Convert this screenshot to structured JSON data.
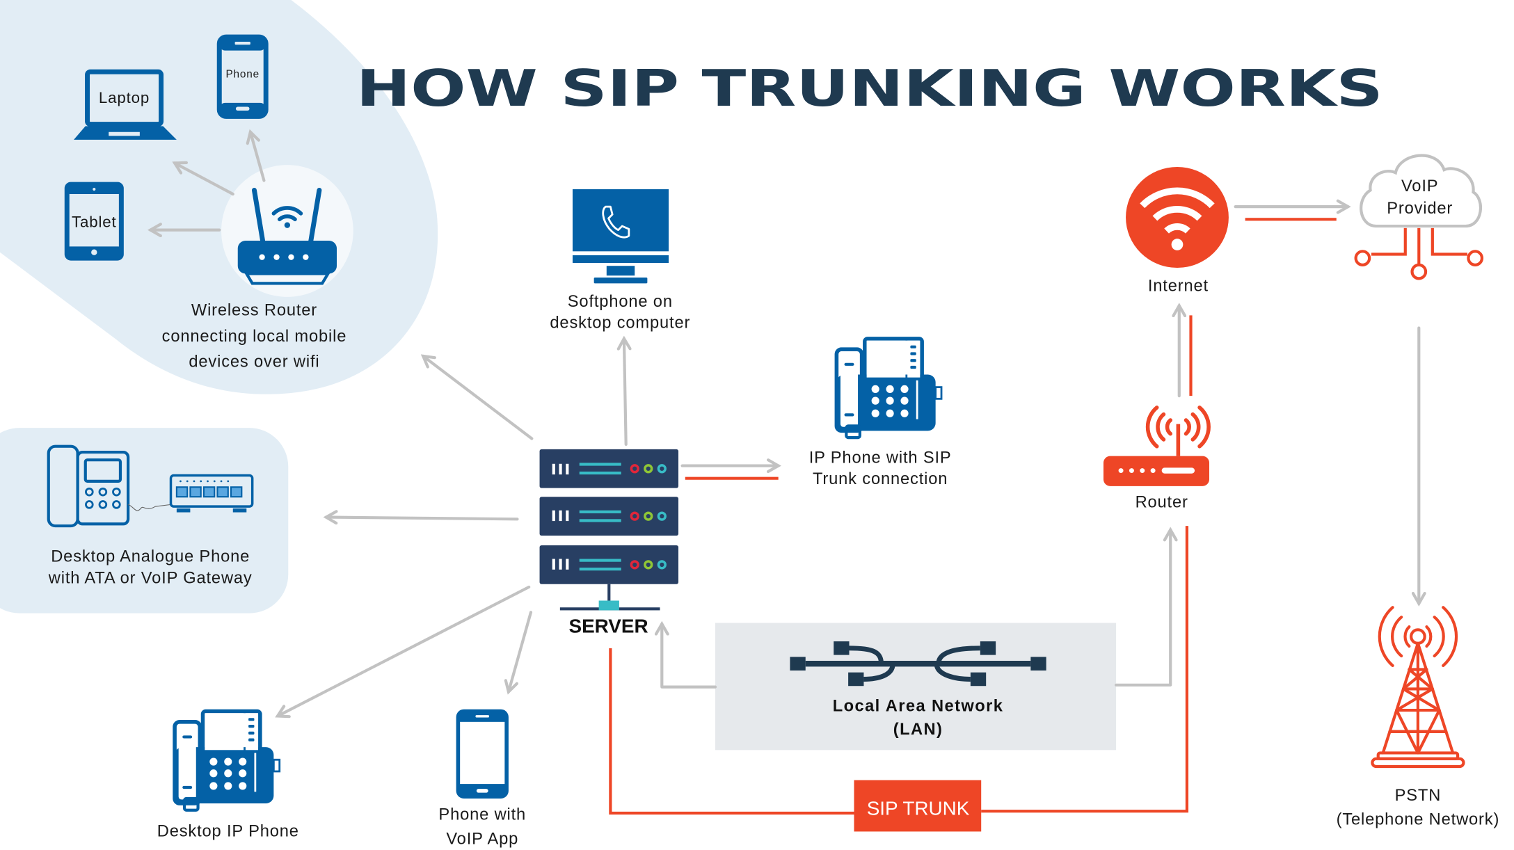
{
  "title": "HOW SIP TRUNKING WORKS",
  "colors": {
    "title": "#1f3a50",
    "device_blue": "#0461a6",
    "accent_red": "#ee4626",
    "server_navy": "#283f63",
    "panel_light_blue": "#e2edf5",
    "lan_box_gray": "#e6e9ec",
    "arrow_gray": "#c2c2c2"
  },
  "wifi_zone": {
    "devices": {
      "laptop": "Laptop",
      "phone": "Phone",
      "tablet": "Tablet"
    },
    "caption": [
      "Wireless Router",
      "connecting local mobile",
      "devices over wifi"
    ]
  },
  "analogue_zone": {
    "caption": [
      "Desktop Analogue Phone",
      "with ATA or VoIP Gateway"
    ]
  },
  "softphone": {
    "caption": [
      "Softphone on",
      "desktop computer"
    ]
  },
  "ip_phone_sip": {
    "caption": [
      "IP Phone with SIP",
      "Trunk connection"
    ]
  },
  "server": {
    "label": "SERVER"
  },
  "desktop_ip_phone": {
    "caption": [
      "Desktop IP Phone"
    ]
  },
  "voip_app_phone": {
    "caption": [
      "Phone with",
      "VoIP App"
    ]
  },
  "lan": {
    "caption": [
      "Local Area Network",
      "(LAN)"
    ]
  },
  "sip_trunk": {
    "label": "SIP TRUNK"
  },
  "internet": {
    "caption": "Internet"
  },
  "router": {
    "caption": "Router"
  },
  "voip_provider": {
    "caption": [
      "VoIP",
      "Provider"
    ]
  },
  "pstn": {
    "caption": [
      "PSTN",
      "(Telephone Network)"
    ]
  }
}
